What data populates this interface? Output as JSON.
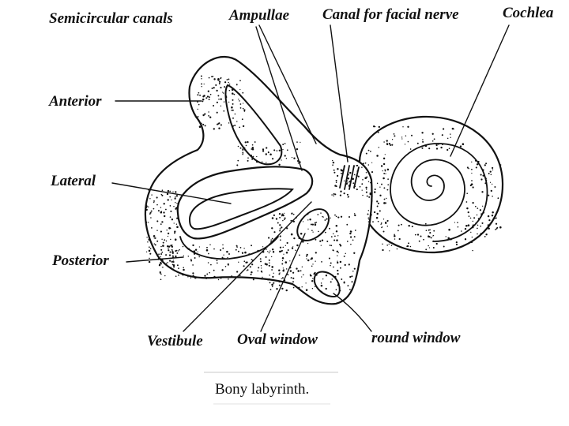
{
  "labels": {
    "semicircular_canals": "Semicircular canals",
    "ampullae": "Ampullae",
    "canal_facial_nerve": "Canal for facial nerve",
    "cochlea": "Cochlea",
    "anterior": "Anterior",
    "lateral": "Lateral",
    "posterior": "Posterior",
    "vestibule": "Vestibule",
    "oval_window": "Oval window",
    "round_window": "round window"
  },
  "caption": "Bony labyrinth.",
  "colors": {
    "ink": "#111111",
    "background": "#ffffff"
  }
}
